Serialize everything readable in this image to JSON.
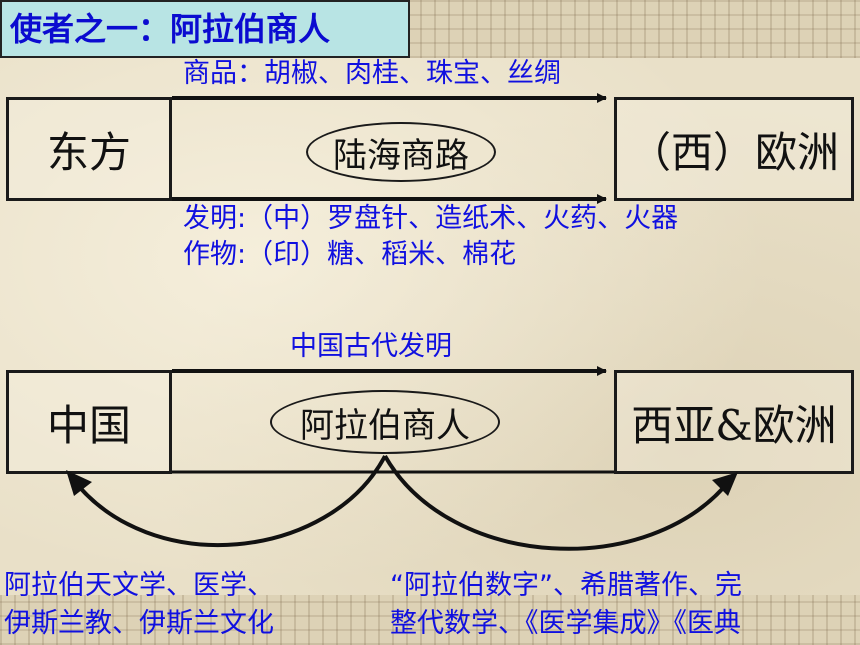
{
  "title": "使者之一：阿拉伯商人",
  "section1": {
    "left_box": "东方",
    "right_box": "（西）欧洲",
    "ellipse": "陆海商路",
    "goods_text": "商品：胡椒、肉桂、珠宝、丝绸",
    "inventions_text": "发明:（中）罗盘针、造纸术、火药、火器",
    "crops_text": "作物:（印）糖、稻米、棉花"
  },
  "section2": {
    "left_box": "中国",
    "right_box": "西亚&欧洲",
    "ellipse": "阿拉伯商人",
    "arrow_label": "中国古代发明",
    "bottom_left_line1": "阿拉伯天文学、医学、",
    "bottom_left_line2": "伊斯兰教、伊斯兰文化",
    "bottom_right_line1": "“阿拉伯数字”、希腊著作、完",
    "bottom_right_line2": "整代数学、《医学集成》《医典"
  },
  "colors": {
    "accent_blue": "#1010e0",
    "title_bg": "#b8e4e4"
  }
}
